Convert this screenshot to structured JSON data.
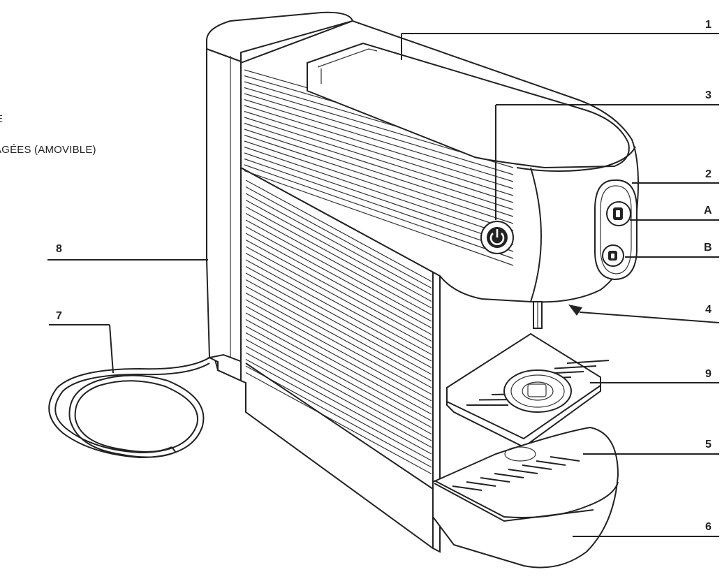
{
  "partial_label_top": "E",
  "partial_label": "AGÉES (AMOVIBLE)",
  "callouts": {
    "c1": "1",
    "c3": "3",
    "c2": "2",
    "cA": "A",
    "cB": "B",
    "c4": "4",
    "c9": "9",
    "c5": "5",
    "c6": "6",
    "c8": "8",
    "c7": "7"
  },
  "icons": {
    "power": "power-icon",
    "cup_large": "large-cup-icon",
    "cup_small": "small-cup-icon"
  }
}
